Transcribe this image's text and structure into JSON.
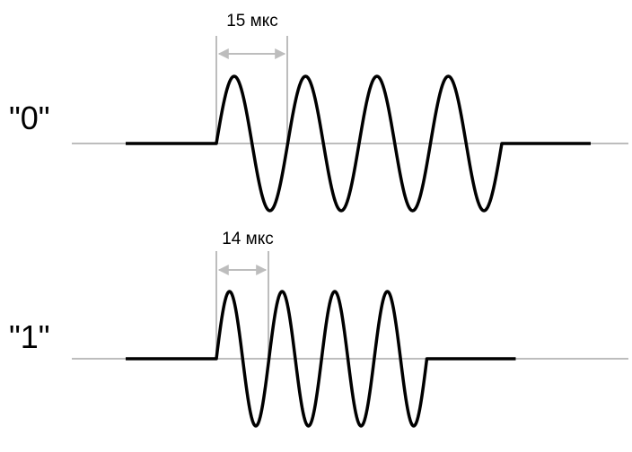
{
  "signals": [
    {
      "label": "\"0\"",
      "period_label": "15 мкс",
      "period_us": 15,
      "cycles": 4
    },
    {
      "label": "\"1\"",
      "period_label": "14 мкс",
      "period_us": 14,
      "cycles": 4
    }
  ],
  "colors": {
    "wave": "#000000",
    "guide": "#bdbdbd"
  }
}
